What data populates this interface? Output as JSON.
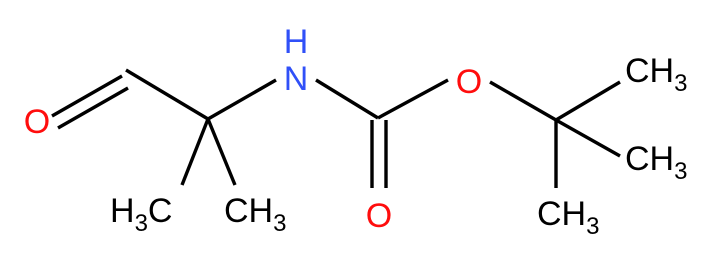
{
  "colors": {
    "bond": "#000000",
    "oxygen": "#ff0d0d",
    "nitrogen": "#3050f8",
    "carbon": "#000000"
  },
  "atoms": {
    "aldehyde_o": {
      "symbol": "O",
      "color": "oxygen"
    },
    "nitrogen": {
      "symbol": "H",
      "sub": "N",
      "color": "nitrogen"
    },
    "ester_o": {
      "symbol": "O",
      "color": "oxygen"
    },
    "carbonyl_o": {
      "symbol": "O",
      "color": "oxygen"
    },
    "methyl_left": {
      "prefix": "H",
      "sub": "3",
      "suffix": "C",
      "color": "carbon"
    },
    "methyl_right": {
      "prefix": "CH",
      "sub": "3",
      "color": "carbon"
    },
    "tbu_top": {
      "prefix": "CH",
      "sub": "3",
      "color": "carbon"
    },
    "tbu_mid": {
      "prefix": "CH",
      "sub": "3",
      "color": "carbon"
    },
    "tbu_bottom": {
      "prefix": "CH",
      "sub": "3",
      "color": "carbon"
    }
  }
}
